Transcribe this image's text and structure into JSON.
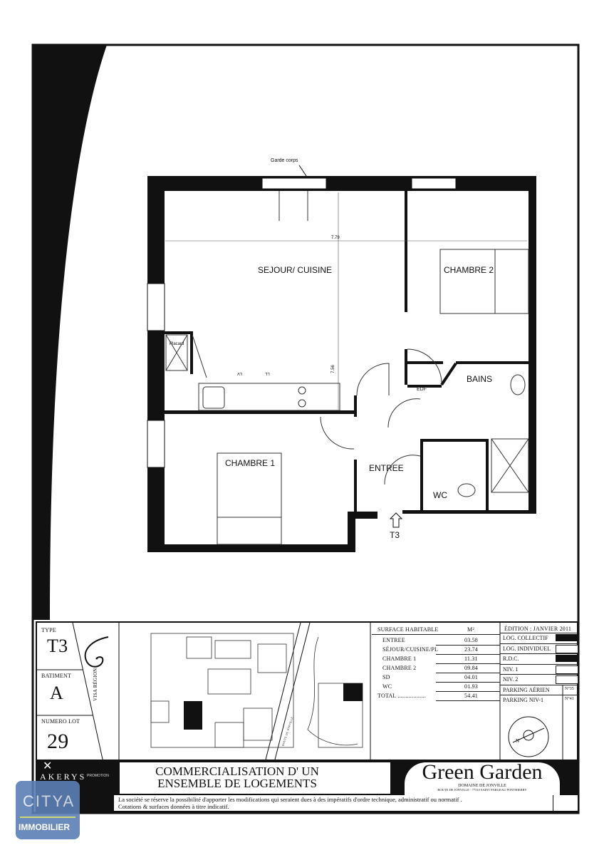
{
  "plan": {
    "rooms": {
      "sejour": "SEJOUR/ CUISINE",
      "chambre2": "CHAMBRE 2",
      "bains": "BAINS",
      "entree": "ENTREE",
      "chambre1": "CHAMBRE 1",
      "wc": "WC"
    },
    "annotations": {
      "garde_corps": "Garde corps",
      "width_dim": "7.79",
      "depth_dim": "7.56",
      "placard": "Placard",
      "edf": "EDF",
      "lv": "LV",
      "ll": "LL",
      "entry_type": "T3"
    }
  },
  "info": {
    "type_label": "TYPE",
    "type_value": "T3",
    "batiment_label": "BATIMENT",
    "batiment_value": "A",
    "lot_label": "NUMERO LOT",
    "lot_value": "29",
    "visa": "VISA RÉGION :",
    "street": "ROUTE DE JONVILLE"
  },
  "surfaces": {
    "header": "SURFACE HABITABLE",
    "unit": "M²",
    "rows": [
      {
        "name": "ENTREE",
        "value": "03.58"
      },
      {
        "name": "SÉJOUR/CUISINE/PL",
        "value": "23.74"
      },
      {
        "name": "CHAMBRE 1",
        "value": "11.31"
      },
      {
        "name": "CHAMBRE 2",
        "value": "09.84"
      },
      {
        "name": "SD",
        "value": "04.01"
      },
      {
        "name": "WC",
        "value": "01.93"
      },
      {
        "name": "TOTAL ..................",
        "value": "54.41"
      }
    ]
  },
  "edition": {
    "title": "ÉDITION : JANVIER 2011",
    "rows": [
      {
        "label": "LOG. COLLECTIF",
        "filled": true,
        "value": ""
      },
      {
        "label": "LOG. INDIVIDUEL",
        "filled": false,
        "value": ""
      },
      {
        "label": "R.D.C.",
        "filled": true,
        "value": ""
      },
      {
        "label": "NIV. 1",
        "filled": false,
        "value": ""
      },
      {
        "label": "NIV. 2",
        "filled": false,
        "value": ""
      },
      {
        "label": "PARKING AÉRIEN",
        "filled": false,
        "value": "N°35"
      },
      {
        "label": "PARKING NIV-1",
        "filled": false,
        "value": "N°41"
      }
    ],
    "compass_letter": "N"
  },
  "banner": {
    "line1": "COMMERCIALISATION D' UN",
    "line2": "ENSEMBLE DE LOGEMENTS",
    "brand": "Green Garden",
    "brand_sub": "DOMAINE DE JONVILLE",
    "brand_address": "ROUTE DE JONVILLE - 77310 SAINT FARGEAU PONTHIERRY",
    "disclaimer1": "La société se réserve la possibilité d'apporter les modifications qui seraient dues à des impératifs d'ordre technique, administratif ou normatif .",
    "disclaimer2": "Cotations & surfaces données à titre indicatif."
  },
  "logos": {
    "akerys": "AKERYS",
    "promotion": "PROMOTION",
    "citya": "CITYA",
    "immobilier": "IMMOBILIER"
  },
  "colors": {
    "citya_blue": "#5b7fb5"
  }
}
